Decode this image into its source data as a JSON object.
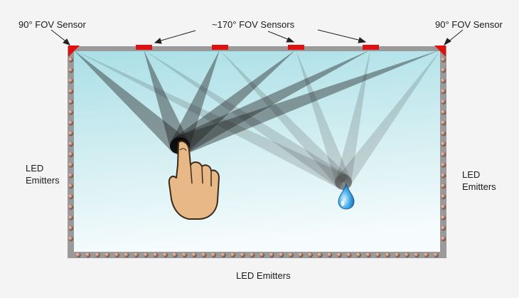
{
  "labels": {
    "fov90_left": "90° FOV Sensor",
    "fov170": "~170° FOV Sensors",
    "fov90_right": "90° FOV Sensor",
    "led_left_line1": "LED",
    "led_left_line2": "Emitters",
    "led_right_line1": "LED",
    "led_right_line2": "Emitters",
    "led_bottom": "LED Emitters"
  },
  "colors": {
    "frame": "#9a9a9a",
    "sensor": "#e01010",
    "screen_top": "#a9dfe6",
    "screen_bottom": "#f2fbfc",
    "beam": "#202020",
    "skin": "#e8b887",
    "water": "#1f8fd6"
  },
  "icons": {
    "touch": "finger-hand-icon",
    "contaminant": "water-drop-icon"
  }
}
